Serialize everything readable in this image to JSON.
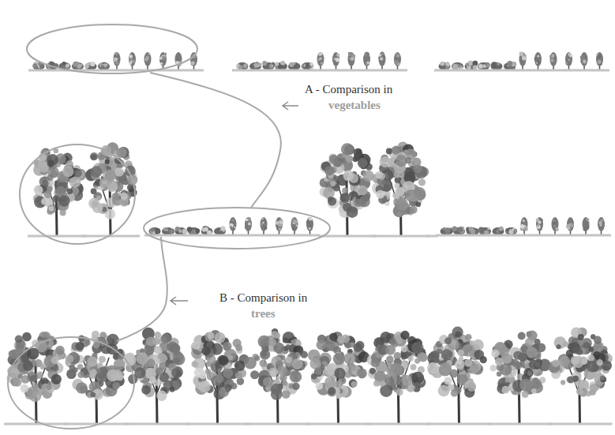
{
  "diagram": {
    "labels": [
      "A - Comparison in",
      "vegetables",
      "B - Comparison in",
      "trees"
    ]
  }
}
